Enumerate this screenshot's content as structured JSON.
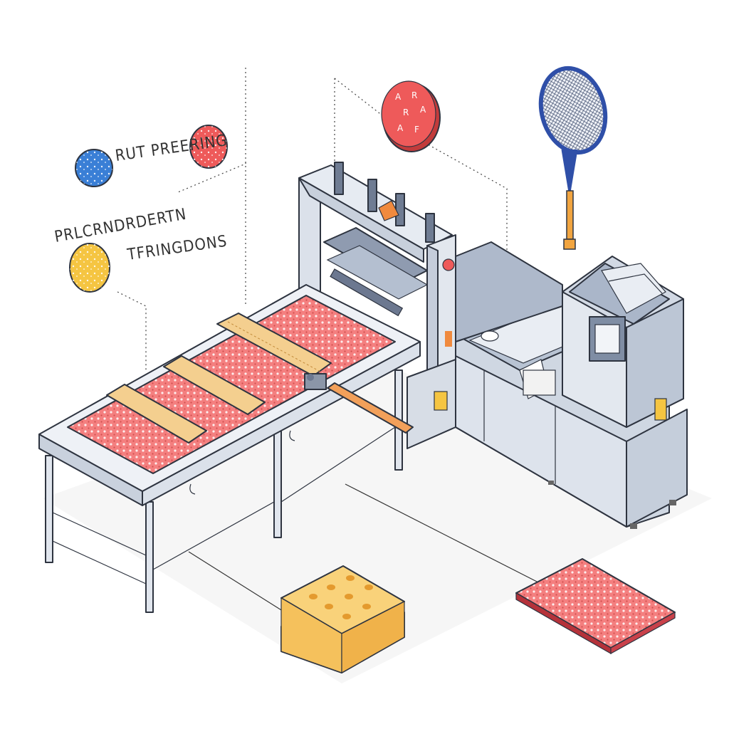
{
  "labels": {
    "top": "RUT PREERING",
    "middle": "PRLCRNDRDERTN",
    "bottom": "TFRINGDONS"
  },
  "colors": {
    "steel": "#d7dde6",
    "steel_dark": "#9aa6b8",
    "dough_sheet": "#ef6f6f",
    "dough_bar": "#f4cf8f",
    "accent_blue": "#3a7fd6",
    "accent_yellow": "#f5c542",
    "accent_red": "#ee5a5a"
  },
  "icons": [
    "blue-dot-badge-icon",
    "red-dot-badge-icon",
    "yellow-dot-badge-icon",
    "red-emblem-disc-icon",
    "tennis-racket-icon"
  ]
}
